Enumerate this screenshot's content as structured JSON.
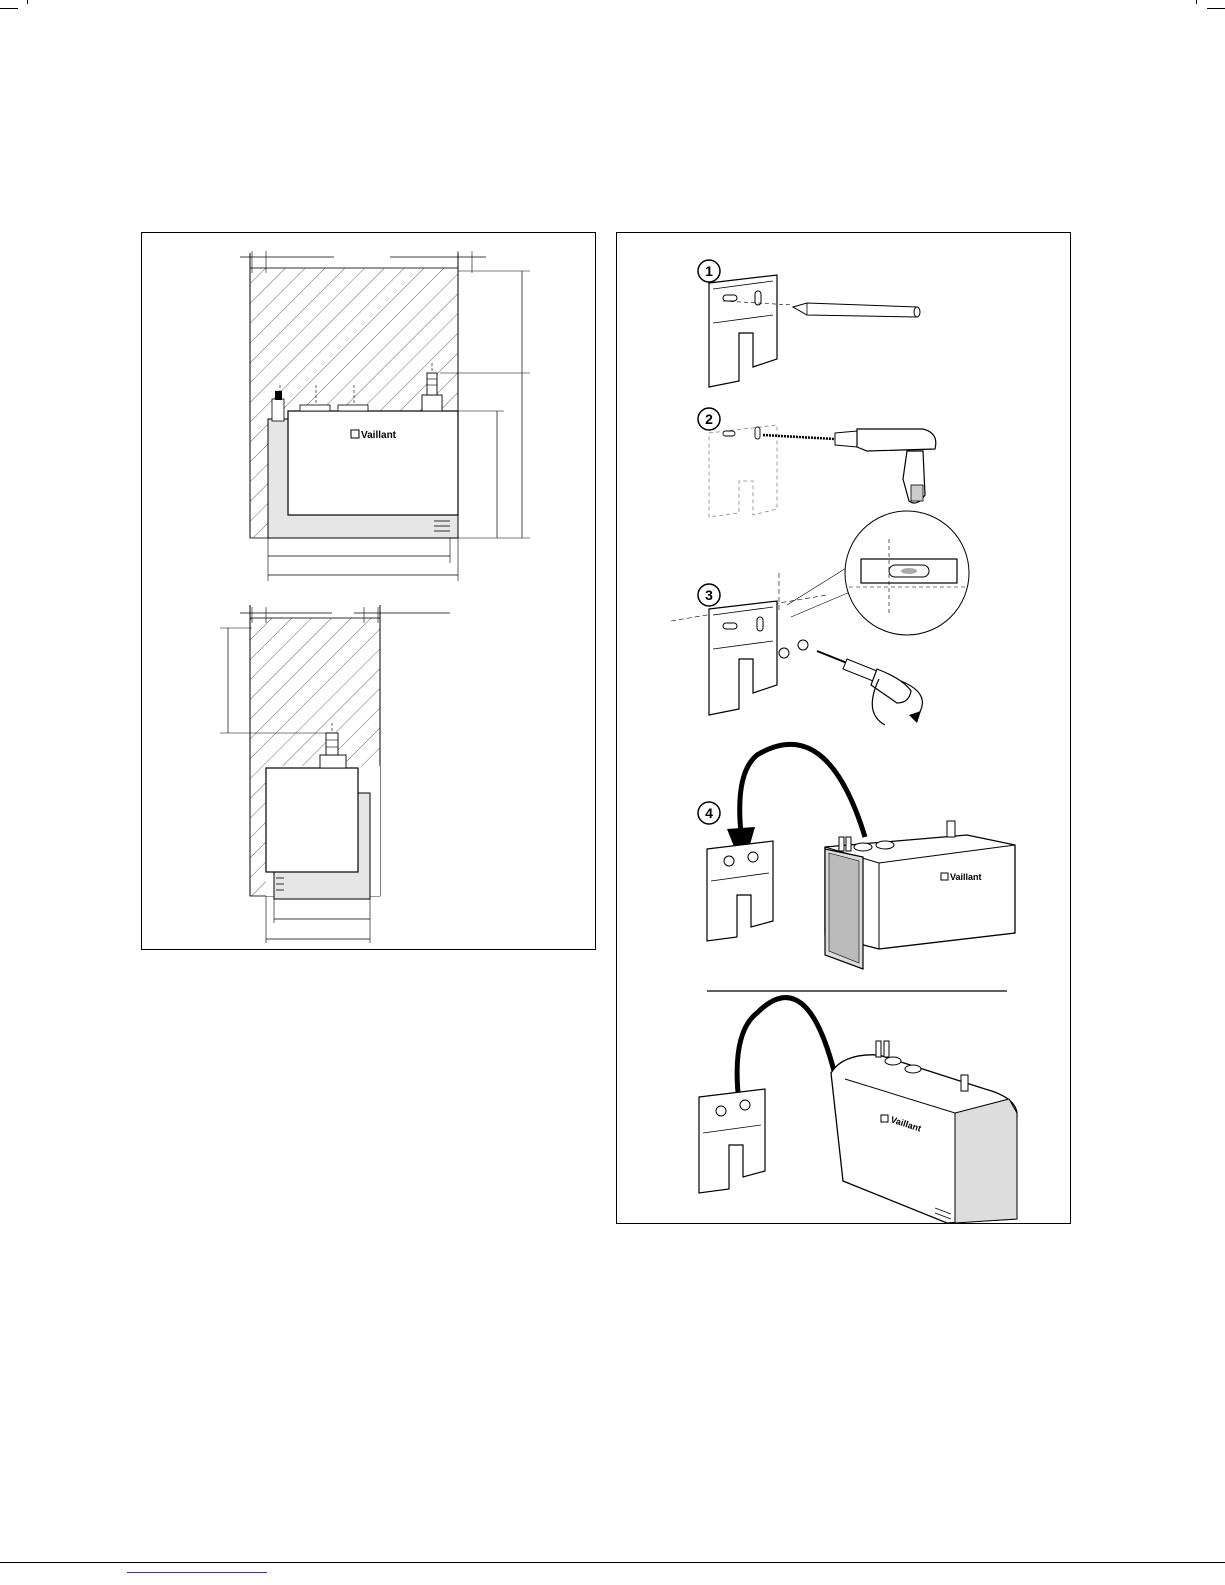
{
  "page": {
    "background": "#ffffff",
    "line_color": "#000000",
    "shade_color": "#e6e6e6",
    "link_color": "#3333cc"
  },
  "left_panel": {
    "top_unit": {
      "brand": "Vaillant"
    },
    "bottom_unit": {
      "brand": ""
    }
  },
  "right_panel": {
    "steps": [
      {
        "number": "1",
        "tool": "pencil-icon"
      },
      {
        "number": "2",
        "tool": "drill-icon"
      },
      {
        "number": "3",
        "tool": "screwdriver-icon"
      },
      {
        "number": "4",
        "tool": "arrow-icon"
      }
    ],
    "unit_brand_a": "Vaillant",
    "unit_brand_b": "Vaillant"
  }
}
